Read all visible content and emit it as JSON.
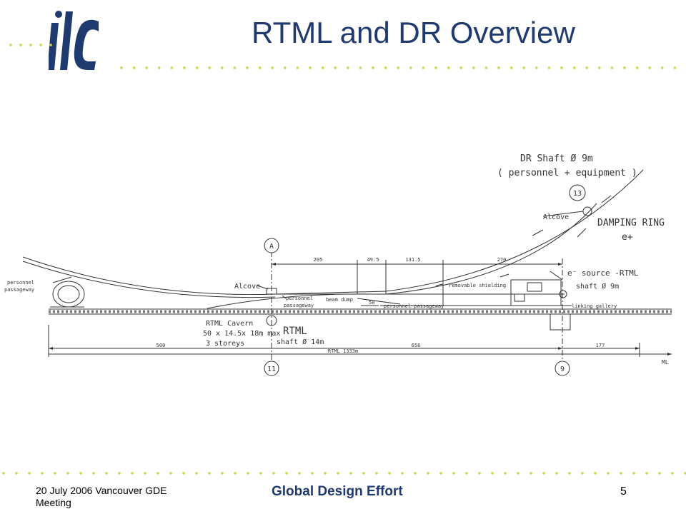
{
  "slide": {
    "title": "RTML and DR Overview",
    "logo_text": "ilc",
    "footer_left": "20 July 2006 Vancouver GDE Meeting",
    "footer_center": "Global Design Effort",
    "page_number": "5",
    "accent_color": "#c8d84a",
    "title_color": "#1f3a6e"
  },
  "diagram": {
    "dr_shaft_label": "DR Shaft Ø 9m",
    "dr_shaft_sub": "( personnel + equipment )",
    "node_13": "13",
    "alcove_right": "Alcove",
    "damping_ring": "DAMPING RING",
    "e_plus": "e+",
    "node_a": "A",
    "dim_205": "205",
    "dim_49_5": "49.5",
    "dim_131_5": "131.5",
    "dim_270": "270",
    "e_source": "e⁻ source -RTML",
    "e_source_shaft": "shaft Ø 9m",
    "personnel_passageway_left_1": "personnel",
    "personnel_passageway_left_2": "passageway",
    "alcove_left": "Alcove",
    "personnel_passageway_mid_1": "personnel",
    "personnel_passageway_mid_2": "passageway",
    "beam_dump": "beam dump",
    "dim_50": "50",
    "personnel_passageway_right": "personnel passageway",
    "removable_shielding": "removable shielding",
    "linking_gallery": "linking gallery",
    "rtml_cavern": "RTML Cavern",
    "cavern_dims": "50 x 14.5x 18m max",
    "cavern_storeys": "3 storeys",
    "rtml_label": "RTML",
    "rtml_shaft": "shaft Ø 14m",
    "dim_500": "500",
    "dim_656": "656",
    "dim_177": "177",
    "rtml_total": "RTML 1333m",
    "ml_label": "ML",
    "node_11": "11",
    "node_9": "9"
  }
}
